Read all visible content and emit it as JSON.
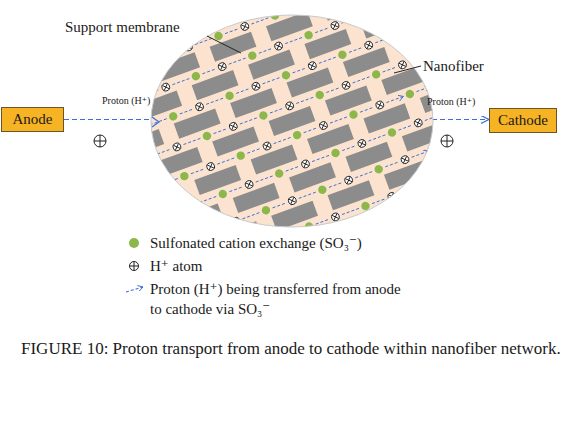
{
  "diagram": {
    "caption": "FIGURE 10: Proton transport from anode to cathode within nanofiber network.",
    "nodes": [
      {
        "text": [
          "Anode"
        ]
      },
      {
        "text": [
          "Cathode"
        ]
      }
    ],
    "edges": [
      {
        "from": 0,
        "to": 1,
        "arrow": "to",
        "label": "Proton (H⁺)"
      }
    ],
    "labels": [
      "Support membrane",
      "Nanofiber",
      "Proton (H⁺)"
    ],
    "legend": [
      {
        "text": "Sulfonated cation exchange (SO₃⁻)",
        "color": "#8cb84b"
      },
      {
        "text": "H⁺ atom"
      },
      {
        "text": "Proton (H⁺) being transferred from anode to cathode via SO₃⁻"
      }
    ]
  }
}
